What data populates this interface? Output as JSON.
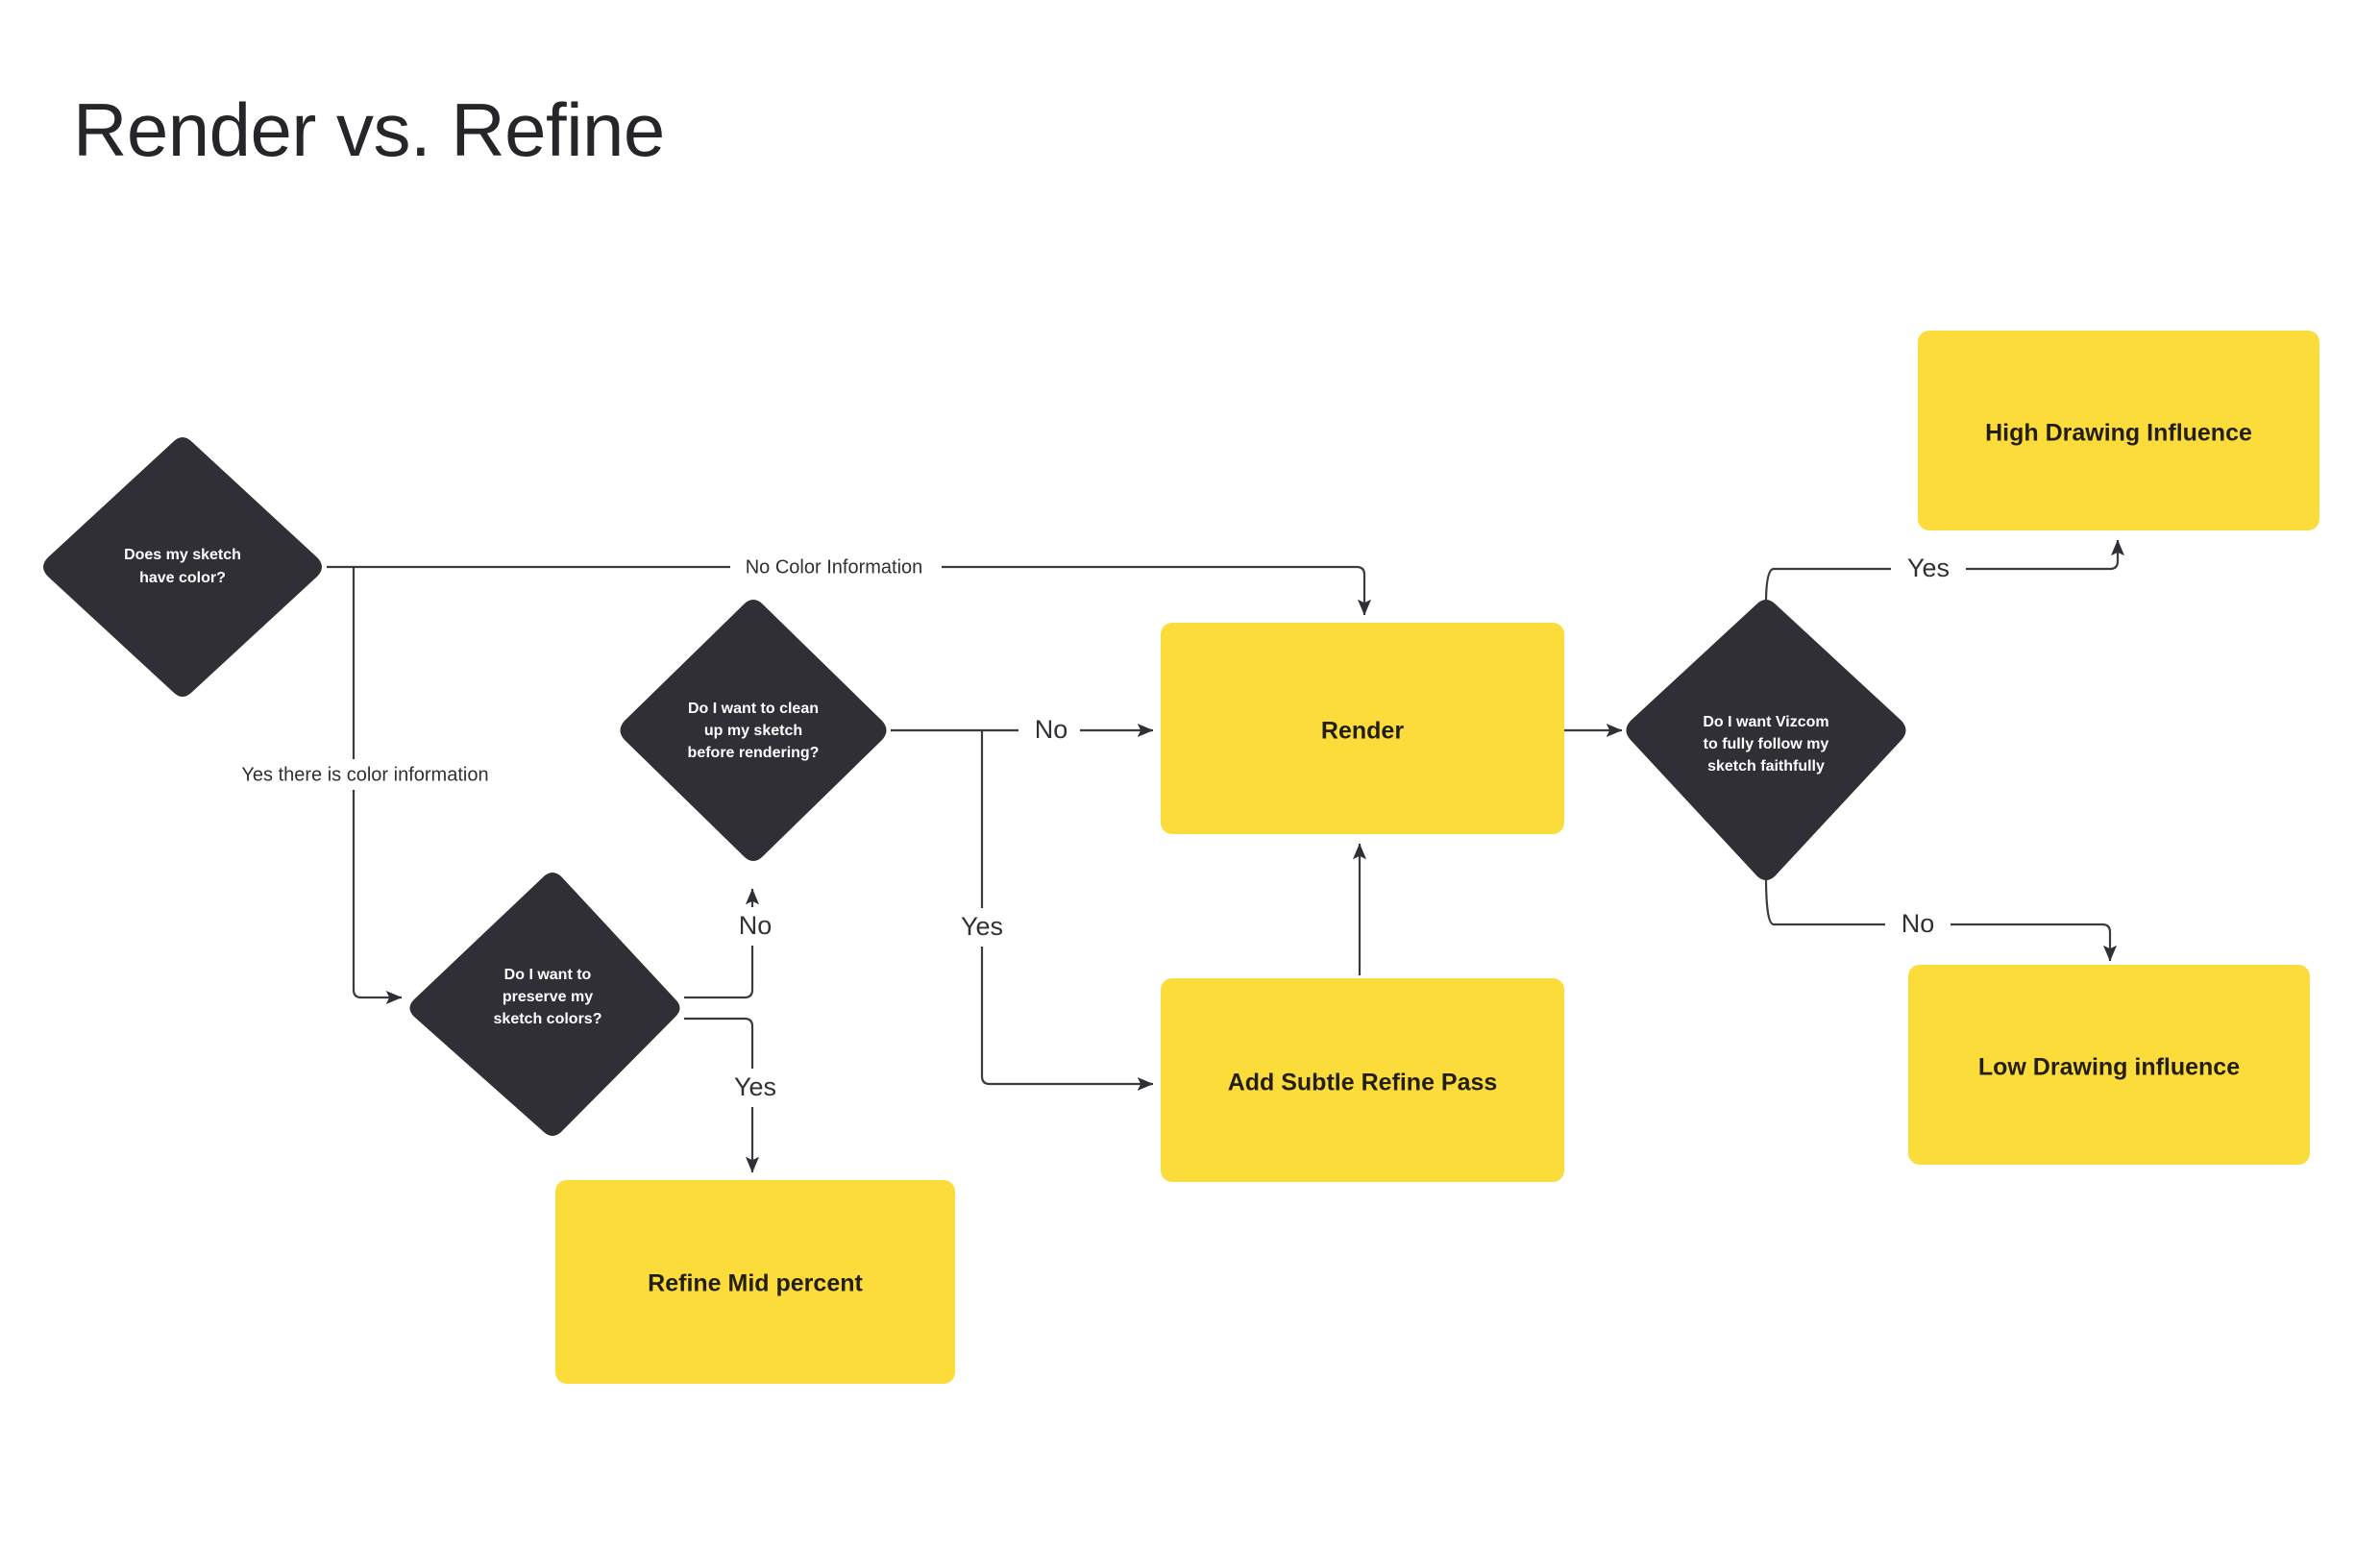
{
  "page": {
    "title": "Render vs. Refine",
    "background_color": "#ffffff"
  },
  "theme": {
    "accent_yellow": "#fcdc3b",
    "decision_dark": "#2f2f35",
    "edge_stroke": "#3a3a40",
    "box_text": "#231f17",
    "diamond_text": "#ffffff",
    "title_text": "#26262a"
  },
  "chart_data": {
    "type": "flowchart",
    "title": "Render vs. Refine",
    "nodes": [
      {
        "id": "sketch-color",
        "kind": "decision",
        "lines": [
          "Does my sketch",
          "have color?"
        ],
        "text": "Does my sketch have color?"
      },
      {
        "id": "clean-up",
        "kind": "decision",
        "lines": [
          "Do I want to clean",
          "up my sketch",
          "before rendering?"
        ],
        "text": "Do I want to clean up my sketch before rendering?"
      },
      {
        "id": "preserve-colors",
        "kind": "decision",
        "lines": [
          "Do I want to",
          "preserve my",
          "sketch colors?"
        ],
        "text": "Do I want to preserve my sketch colors?"
      },
      {
        "id": "follow-faithfully",
        "kind": "decision",
        "lines": [
          "Do I want Vizcom",
          "to fully follow my",
          "sketch faithfully"
        ],
        "text": "Do I want Vizcom to fully follow my sketch faithfully"
      },
      {
        "id": "render",
        "kind": "process",
        "lines": [
          "Render"
        ],
        "text": "Render"
      },
      {
        "id": "add-subtle-refine-pass",
        "kind": "process",
        "lines": [
          "Add Subtle Refine Pass"
        ],
        "text": "Add Subtle Refine Pass"
      },
      {
        "id": "refine-mid-percent",
        "kind": "process",
        "lines": [
          "Refine Mid percent"
        ],
        "text": "Refine Mid percent"
      },
      {
        "id": "high-drawing-influence",
        "kind": "process",
        "lines": [
          "High Drawing Influence"
        ],
        "text": "High Drawing Influence"
      },
      {
        "id": "low-drawing-influence",
        "kind": "process",
        "lines": [
          "Low Drawing influence"
        ],
        "text": "Low Drawing influence"
      }
    ],
    "edges": [
      {
        "from": "sketch-color",
        "to": "render",
        "label": "No Color Information"
      },
      {
        "from": "sketch-color",
        "to": "preserve-colors",
        "label": "Yes there is color information"
      },
      {
        "from": "preserve-colors",
        "to": "clean-up",
        "label": "No"
      },
      {
        "from": "preserve-colors",
        "to": "refine-mid-percent",
        "label": "Yes"
      },
      {
        "from": "clean-up",
        "to": "render",
        "label": "No"
      },
      {
        "from": "clean-up",
        "to": "add-subtle-refine-pass",
        "label": "Yes"
      },
      {
        "from": "add-subtle-refine-pass",
        "to": "render",
        "label": ""
      },
      {
        "from": "render",
        "to": "follow-faithfully",
        "label": ""
      },
      {
        "from": "follow-faithfully",
        "to": "high-drawing-influence",
        "label": "Yes"
      },
      {
        "from": "follow-faithfully",
        "to": "low-drawing-influence",
        "label": "No"
      }
    ]
  },
  "labels": {
    "no_color_information": "No Color Information",
    "yes_there_is_color_information": "Yes there is color information",
    "no_preserve": "No",
    "yes_preserve": "Yes",
    "no_cleanup": "No",
    "yes_cleanup": "Yes",
    "yes_faithful": "Yes",
    "no_faithful": "No"
  },
  "nodes_text": {
    "sketch_color_l1": "Does my sketch",
    "sketch_color_l2": "have color?",
    "cleanup_l1": "Do I want to clean",
    "cleanup_l2": "up my sketch",
    "cleanup_l3": "before rendering?",
    "preserve_l1": "Do I want to",
    "preserve_l2": "preserve my",
    "preserve_l3": "sketch colors?",
    "faithful_l1": "Do I want Vizcom",
    "faithful_l2": "to fully follow my",
    "faithful_l3": "sketch faithfully",
    "render": "Render",
    "add_subtle_refine_pass": "Add Subtle Refine Pass",
    "refine_mid_percent": "Refine Mid percent",
    "high_drawing_influence": "High Drawing Influence",
    "low_drawing_influence": "Low Drawing influence"
  }
}
